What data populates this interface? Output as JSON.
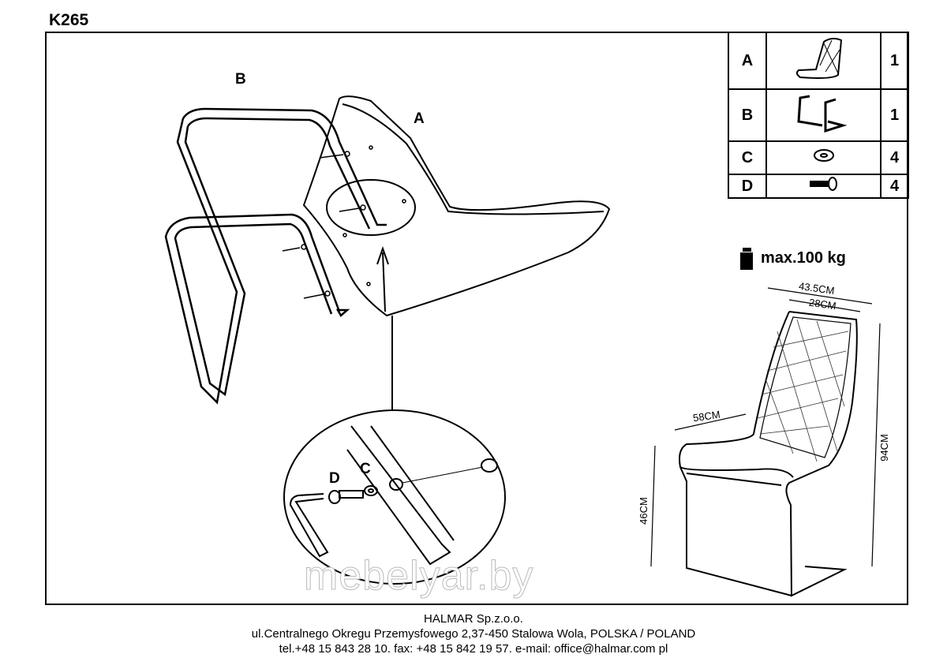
{
  "model": "K265",
  "labels": {
    "a": "A",
    "b": "B",
    "c": "C",
    "d": "D"
  },
  "parts": [
    {
      "letter": "A",
      "icon": "seat-icon",
      "qty": "1"
    },
    {
      "letter": "B",
      "icon": "frame-icon",
      "qty": "1"
    },
    {
      "letter": "C",
      "icon": "washer-icon",
      "qty": "4"
    },
    {
      "letter": "D",
      "icon": "bolt-icon",
      "qty": "4"
    }
  ],
  "max_load": "max.100 kg",
  "dimensions": {
    "width_outer": "43.5CM",
    "width_inner": "28CM",
    "depth": "58CM",
    "seat_height": "46CM",
    "height": "94CM"
  },
  "watermark": "mebelyar.by",
  "footer": {
    "company": "HALMAR Sp.z.o.o.",
    "address": "ul.Centralnego Okregu Przemysfowego 2,37-450 Stalowa Wola, POLSKA / POLAND",
    "contact": "tel.+48 15 843 28 10. fax: +48 15 842 19 57. e-mail: office@halmar.com pl"
  }
}
